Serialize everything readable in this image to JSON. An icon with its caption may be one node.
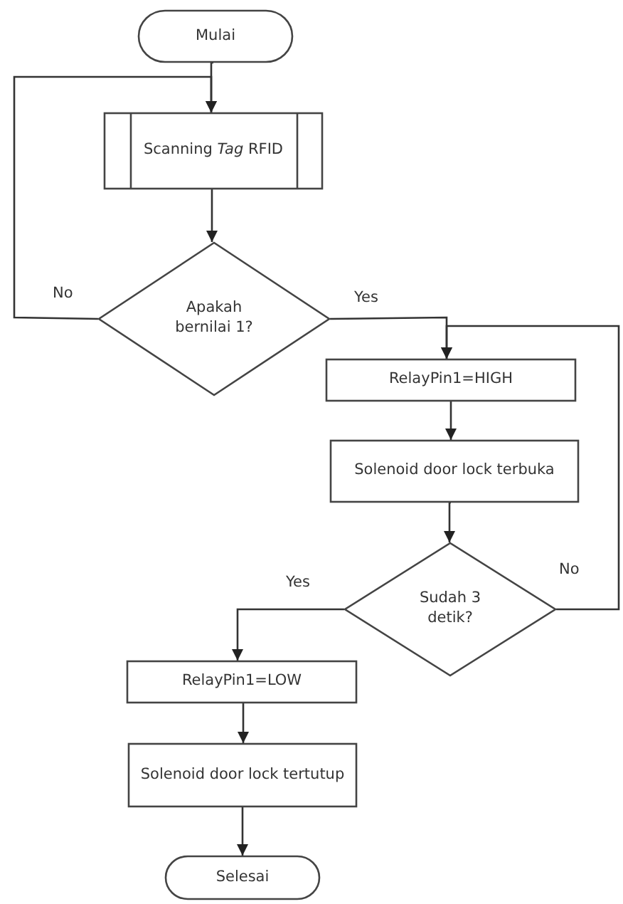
{
  "diagram": {
    "nodes": [
      {
        "text": [
          "Mulai"
        ]
      },
      {
        "text": [
          "Scanning *Tag* RFID"
        ]
      },
      {
        "text": [
          "Apakah bernilai 1?"
        ]
      },
      {
        "text": [
          "RelayPin1=HIGH"
        ]
      },
      {
        "text": [
          "Solenoid door lock terbuka"
        ]
      },
      {
        "text": [
          "Sudah 3 detik?"
        ]
      },
      {
        "text": [
          "RelayPin1=LOW"
        ]
      },
      {
        "text": [
          "Solenoid door lock tertutup"
        ]
      },
      {
        "text": [
          "Selesai"
        ]
      }
    ],
    "edges": [
      {
        "from": 0,
        "to": 1,
        "arrow": "to"
      },
      {
        "from": 1,
        "to": 2,
        "arrow": "to"
      },
      {
        "from": 2,
        "to": 1,
        "arrow": "to",
        "label": "No"
      },
      {
        "from": 2,
        "to": 3,
        "arrow": "to",
        "label": "Yes"
      },
      {
        "from": 3,
        "to": 4,
        "arrow": "to"
      },
      {
        "from": 4,
        "to": 5,
        "arrow": "to"
      },
      {
        "from": 5,
        "to": 3,
        "arrow": "to",
        "label": "No"
      },
      {
        "from": 5,
        "to": 6,
        "arrow": "to",
        "label": "Yes"
      },
      {
        "from": 6,
        "to": 7,
        "arrow": "to"
      },
      {
        "from": 7,
        "to": 8,
        "arrow": "to"
      }
    ]
  }
}
